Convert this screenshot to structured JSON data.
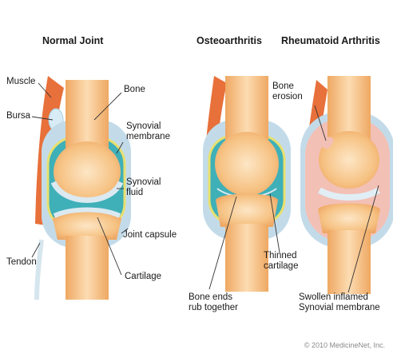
{
  "titles": {
    "normal": "Normal Joint",
    "osteo": "Osteoarthritis",
    "rheum": "Rheumatoid Arthritis"
  },
  "labels": {
    "muscle": "Muscle",
    "bursa": "Bursa",
    "bone": "Bone",
    "synovial_membrane": [
      "Synovial",
      "membrane"
    ],
    "synovial_fluid": [
      "Synovial",
      "fluid"
    ],
    "joint_capsule": "Joint capsule",
    "tendon": "Tendon",
    "cartilage": "Cartilage",
    "bone_erosion": [
      "Bone",
      "erosion"
    ],
    "thinned_cartilage": [
      "Thinned",
      "cartilage"
    ],
    "bone_ends_rub": [
      "Bone ends",
      "rub together"
    ],
    "swollen_membrane": [
      "Swollen inflamed",
      "Synovial membrane"
    ]
  },
  "copyright": "© 2010 MedicineNet, Inc.",
  "colors": {
    "bone": "#f3b978",
    "bone_center": "#fbe0bb",
    "muscle": "#e8703a",
    "fluid": "#3fb0b8",
    "membrane": "#e8e070",
    "capsule": "#b9d3e3",
    "cartilage": "#d9e8f0",
    "inflamed": "#f3c0b6"
  }
}
